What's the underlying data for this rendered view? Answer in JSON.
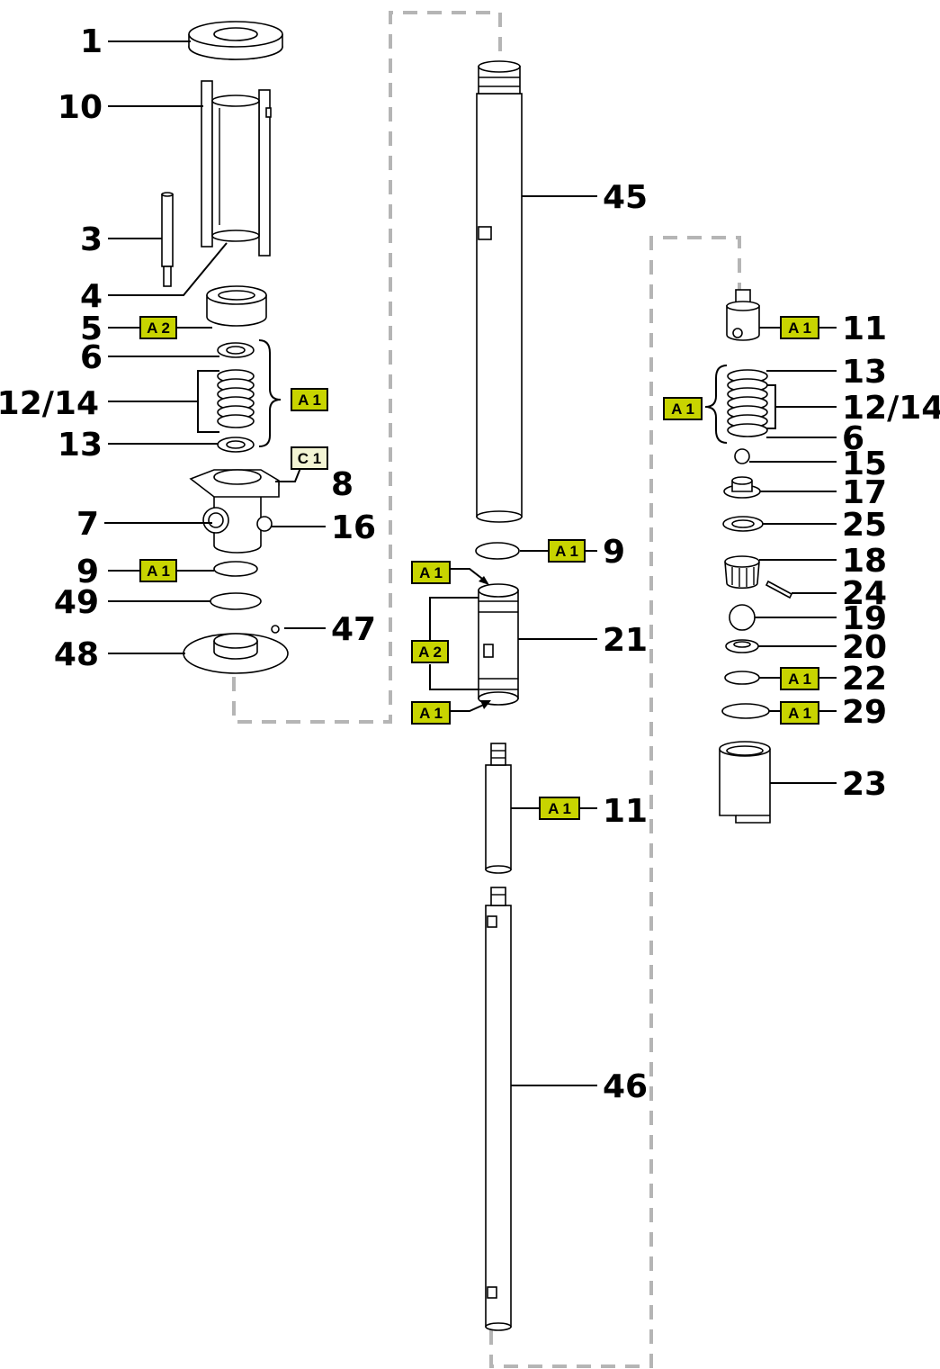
{
  "colors": {
    "tag_fill": "#c8d400",
    "tag_fill_alt": "#f3f4d4",
    "dash_line": "#b5b5b5"
  },
  "part_numbers": {
    "p1": "1",
    "p10": "10",
    "p3": "3",
    "p4": "4",
    "p5": "5",
    "p6_left": "6",
    "p12_14_left": "12/14",
    "p13_left": "13",
    "p8": "8",
    "p7": "7",
    "p16": "16",
    "p9_left": "9",
    "p49": "49",
    "p47": "47",
    "p48": "48",
    "p45": "45",
    "p9_mid": "9",
    "p21": "21",
    "p11_mid": "11",
    "p46": "46",
    "p11_right": "11",
    "p13_right": "13",
    "p12_14_right": "12/14",
    "p6_right": "6",
    "p15": "15",
    "p17": "17",
    "p25": "25",
    "p18": "18",
    "p24": "24",
    "p19": "19",
    "p20": "20",
    "p22": "22",
    "p29": "29",
    "p23": "23"
  },
  "tags": {
    "a2_p5": "A 2",
    "a1_packing_left": "A 1",
    "c1_p8": "C 1",
    "a1_p9_left": "A 1",
    "a1_p9_mid": "A 1",
    "a1_p21_top": "A 1",
    "a2_p21": "A 2",
    "a1_p21_bottom": "A 1",
    "a1_p11_mid": "A 1",
    "a1_p11_right": "A 1",
    "a1_packing_right": "A 1",
    "a1_p22": "A 1",
    "a1_p29": "A 1"
  }
}
